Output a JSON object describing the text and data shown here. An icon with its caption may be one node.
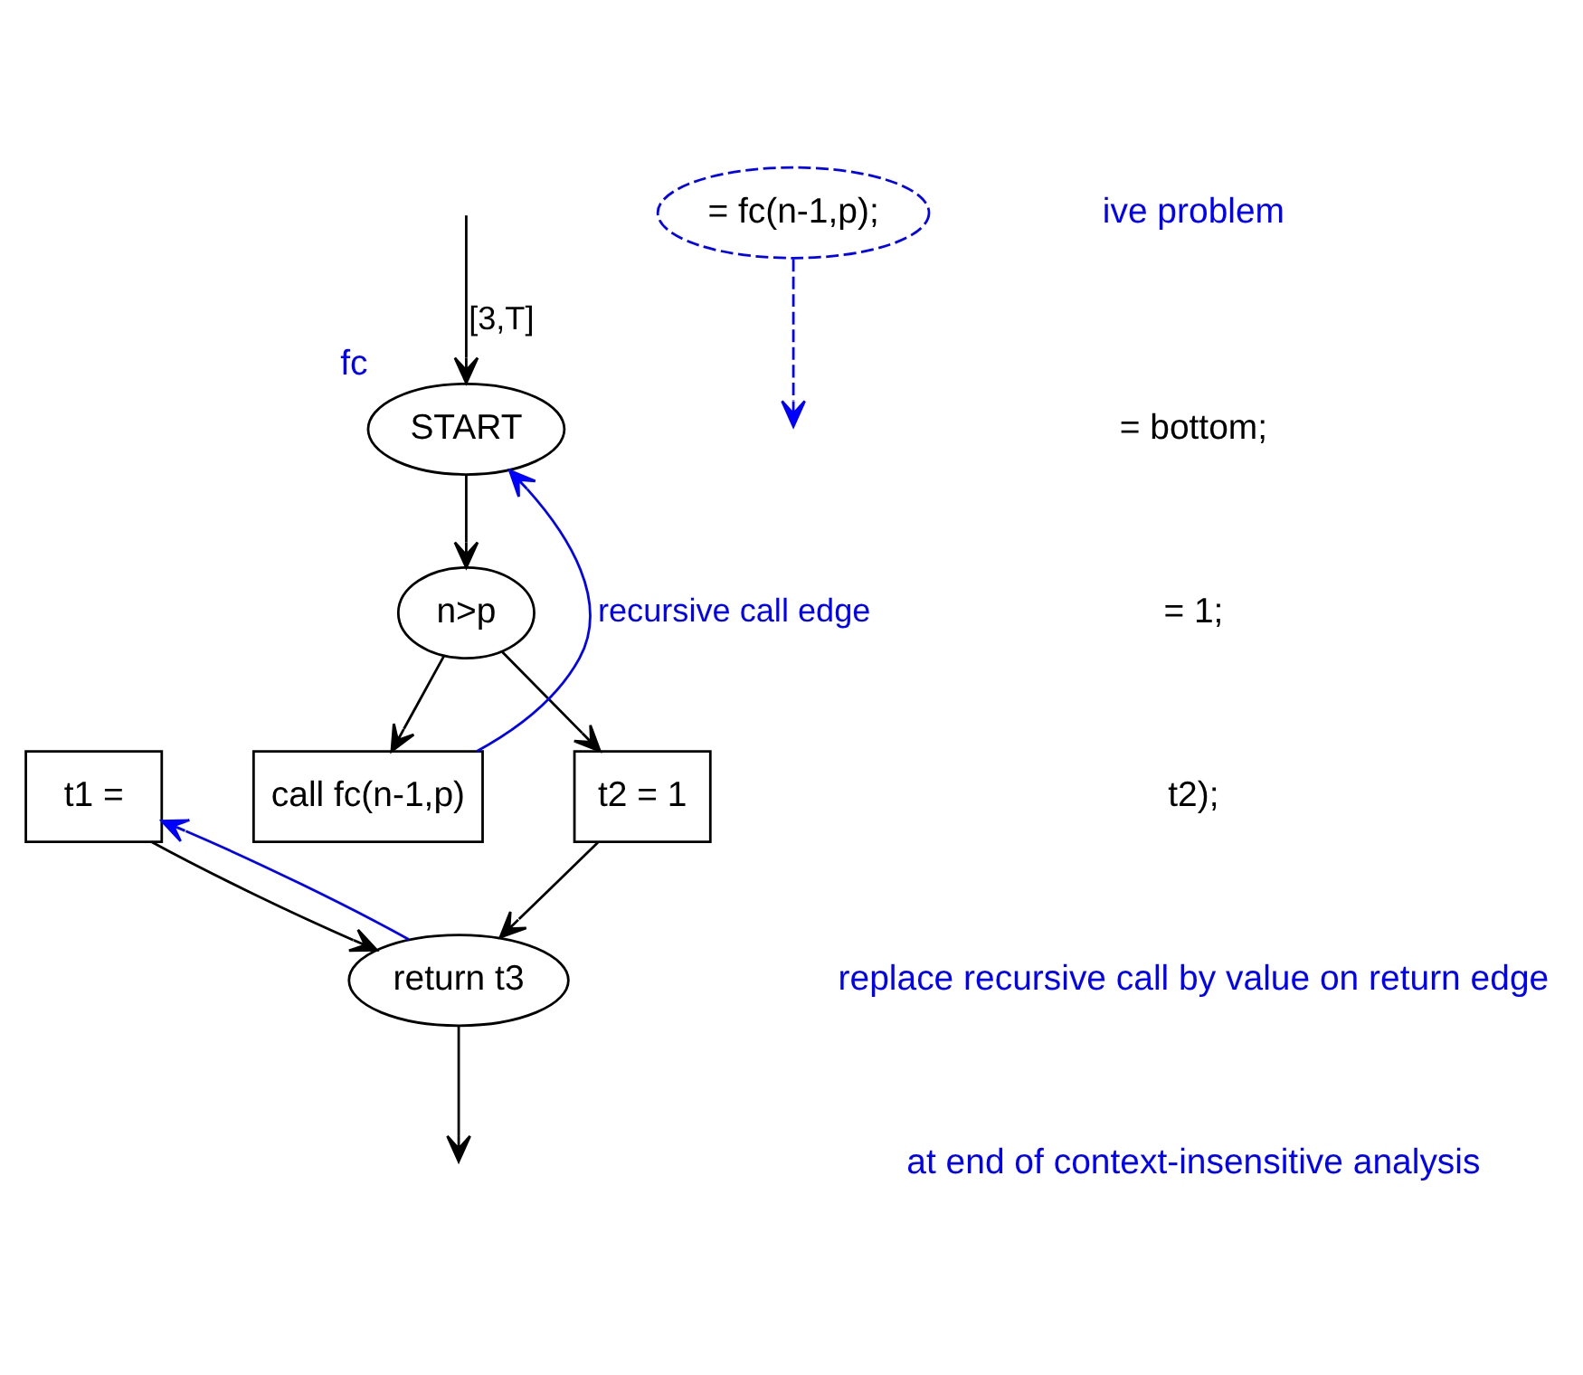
{
  "diagram": {
    "nodes": [
      {
        "text": [
          "START"
        ],
        "beside": [
          "fc"
        ]
      },
      {
        "text": [
          "n>p"
        ]
      },
      {
        "text": [
          "call fc(n-1,p)"
        ]
      },
      {
        "text": [
          "t2 = 1"
        ]
      },
      {
        "text": [
          "t1 ="
        ]
      },
      {
        "text": [
          "return t3"
        ]
      },
      {
        "text": [
          "= fc(n-1,p);"
        ]
      }
    ],
    "edges": [
      {
        "from": null,
        "to": 0,
        "arrow": "to",
        "label": "[3,T]"
      },
      {
        "from": 0,
        "to": 1,
        "arrow": "to"
      },
      {
        "from": 1,
        "to": 2,
        "arrow": "to"
      },
      {
        "from": 1,
        "to": 3,
        "arrow": "to"
      },
      {
        "from": 2,
        "to": 0,
        "arrow": "to",
        "label": "recursive call edge",
        "color": "#0000ff"
      },
      {
        "from": 4,
        "to": 5,
        "arrow": "to"
      },
      {
        "from": 3,
        "to": 5,
        "arrow": "to"
      },
      {
        "from": 5,
        "to": null,
        "arrow": "to"
      },
      {
        "from": 5,
        "to": 4,
        "arrow": "to",
        "color": "#0000ff"
      },
      {
        "from": 6,
        "to": null,
        "arrow": "to",
        "style": "dashed",
        "color": "#0000ff"
      }
    ],
    "labels": [
      "ive problem",
      "= bottom;",
      "= 1;",
      "t2);",
      "replace recursive call by value on return edge",
      "at end of context-insensitive analysis"
    ]
  }
}
